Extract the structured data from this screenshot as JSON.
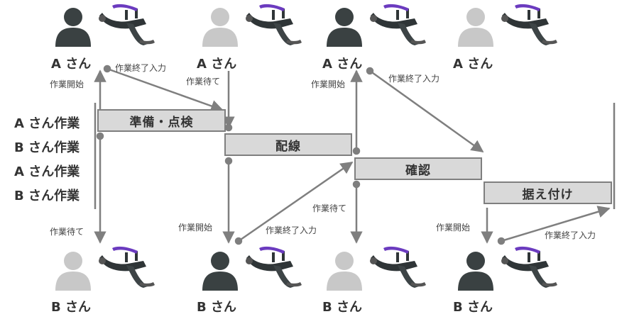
{
  "person_label_a": "A さん",
  "person_label_b": "B さん",
  "row_labels": [
    "A さん作業",
    "B さん作業",
    "A さん作業",
    "B さん作業"
  ],
  "tasks": [
    "準備・点検",
    "配線",
    "確認",
    "据え付け"
  ],
  "annotations": {
    "start": "作業開始",
    "end_input": "作業終了入力",
    "wait": "作業待て"
  },
  "colors": {
    "active_person": "#3a4142",
    "inactive_person": "#c8c8c8",
    "task_fill": "#d9d9d9",
    "task_border": "#7f7f7f",
    "arrow": "#7f7f7f"
  }
}
